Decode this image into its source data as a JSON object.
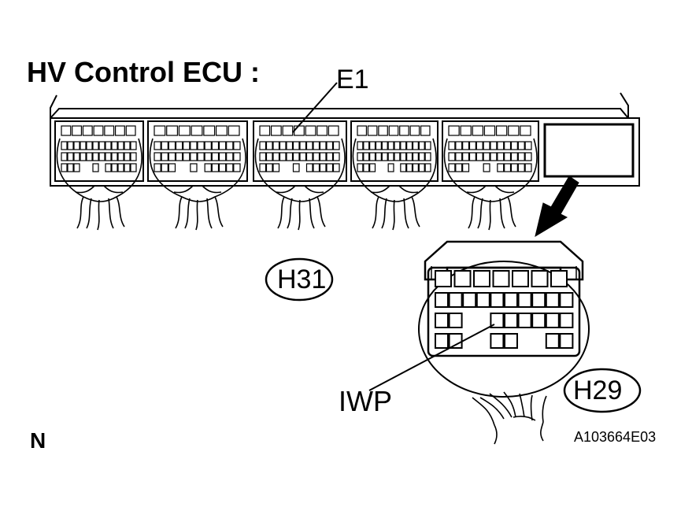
{
  "title": "HV Control ECU :",
  "labels": {
    "e1": "E1",
    "h31": "H31",
    "iwp": "IWP",
    "h29": "H29",
    "north": "N",
    "figure_code": "A103664E03"
  }
}
